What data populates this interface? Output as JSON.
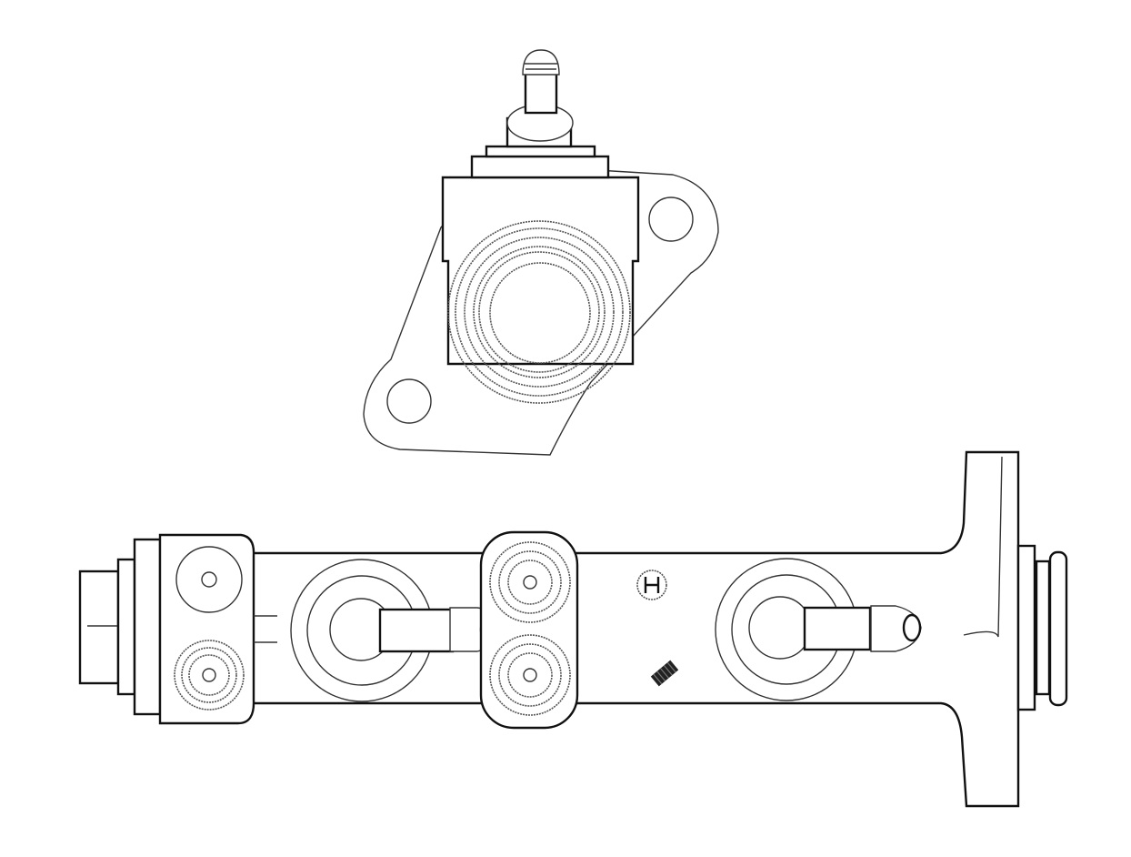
{
  "figure": {
    "description": "Line drawing of a brake master cylinder: end view (top) and side view (bottom)",
    "background": "#ffffff",
    "line_color": "#111111"
  },
  "views": [
    {
      "name": "end-view",
      "label": "End view with mounting flange, two bolt holes and bore"
    },
    {
      "name": "side-view",
      "label": "Side view with two outlet ports, two reservoir nipples and mounting flange"
    }
  ],
  "markings": {
    "brand_logo": "H",
    "serrated_mark": "knurled marking"
  }
}
